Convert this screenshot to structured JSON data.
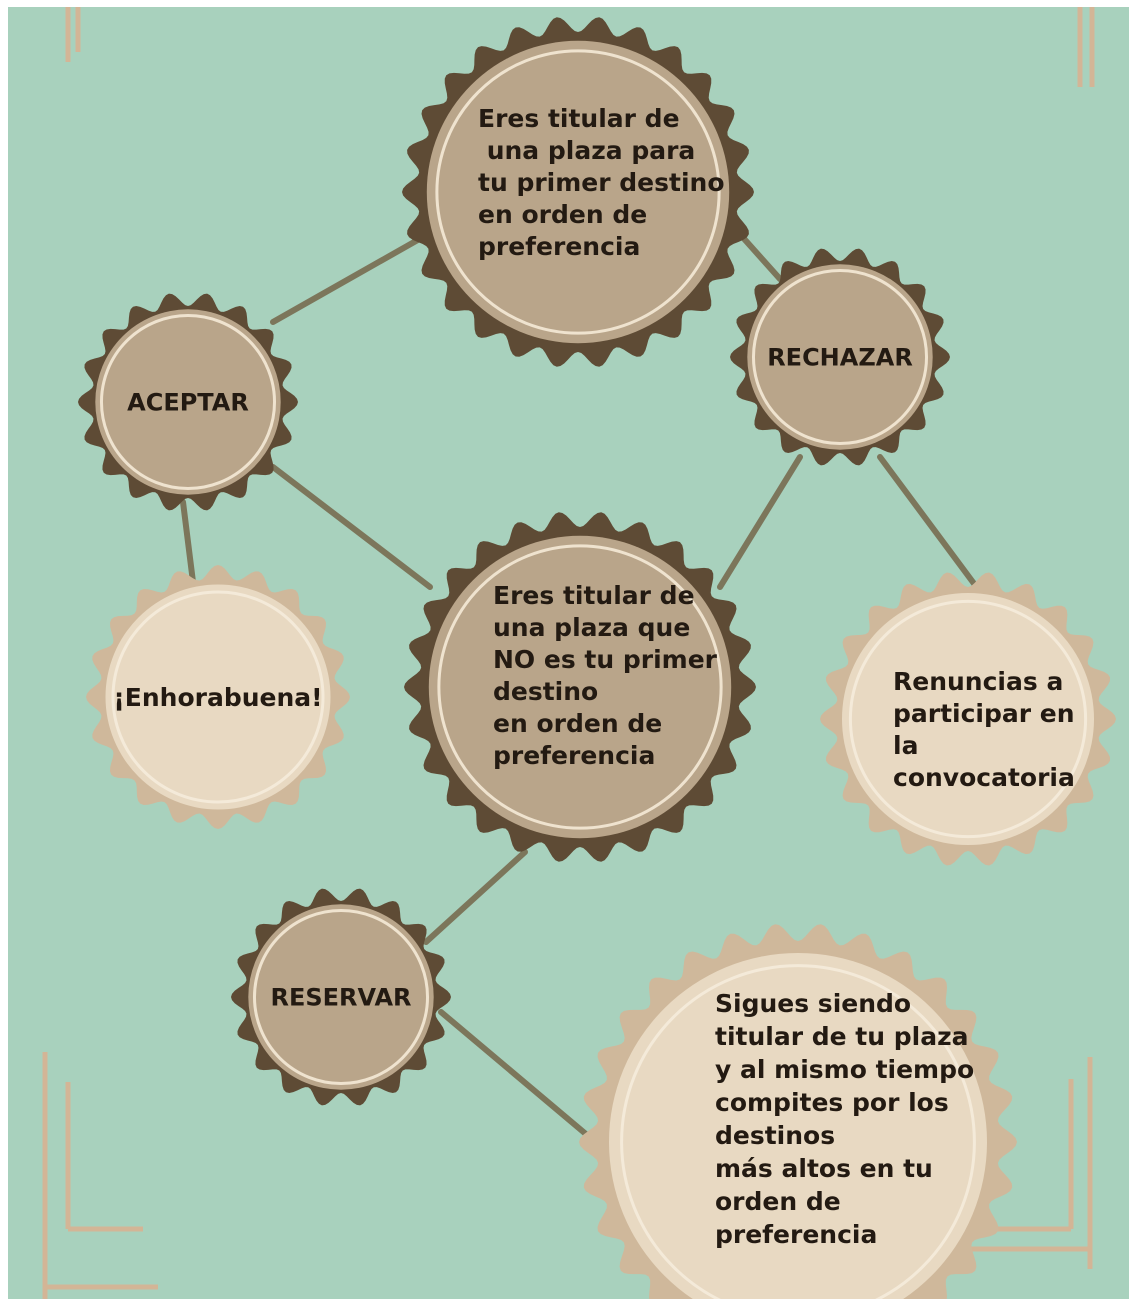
{
  "colors": {
    "background": "#a8d1bd",
    "dark_node_fill": "#b9a58a",
    "dark_node_ring": "#5e4b35",
    "light_node_fill": "#e8d9c2",
    "light_node_ring": "#cfb89b",
    "connector": "#7c765b",
    "corner_ornament": "#d3b596",
    "text": "#231a12"
  },
  "nodes": {
    "first_choice": "Eres titular de\n una plaza para\ntu primer destino\nen orden de\npreferencia",
    "aceptar": "ACEPTAR",
    "rechazar": "RECHAZAR",
    "not_first_choice": "Eres titular de\nuna plaza que\nNO es tu primer\ndestino\nen orden de\npreferencia",
    "enhorabuena": "¡Enhorabuena!",
    "renuncias": "Renuncias a\nparticipar en\nla\nconvocatoria",
    "reservar": "RESERVAR",
    "sigues": "Sigues siendo\ntitular de tu plaza\ny al mismo tiempo\ncompites por los\ndestinos\nmás altos en tu\norden de\npreferencia"
  }
}
